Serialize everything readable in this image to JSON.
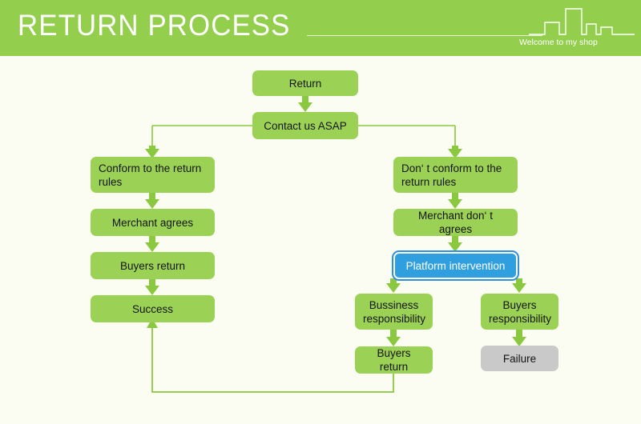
{
  "header": {
    "title": "RETURN PROCESS",
    "tagline": "Welcome to my shop",
    "bg_color": "#93cf4d",
    "title_color": "#ffffff",
    "skyline_icon": "city-skyline-outline"
  },
  "colors": {
    "page_background": "#fbfdf3",
    "node_green": "#9bd255",
    "node_gray": "#c9c9c9",
    "selected_blue": "#2f9fe0",
    "edge_green": "#8ac83f",
    "text_dark": "#141414"
  },
  "diagram": {
    "type": "flowchart",
    "title": "Return Process",
    "nodes": [
      {
        "id": "return",
        "label": "Return",
        "style": "green",
        "align": "center"
      },
      {
        "id": "contact",
        "label": "Contact us ASAP",
        "style": "green",
        "align": "center"
      },
      {
        "id": "conform",
        "label": "Conform to the return rules",
        "style": "green",
        "align": "left"
      },
      {
        "id": "not-conform",
        "label": "Don‘ t conform to the return rules",
        "style": "green",
        "align": "left"
      },
      {
        "id": "merchant-agrees",
        "label": "Merchant agrees",
        "style": "green",
        "align": "center"
      },
      {
        "id": "merchant-refuses",
        "label": "Merchant don‘ t agrees",
        "style": "green",
        "align": "center"
      },
      {
        "id": "buyers-return-1",
        "label": "Buyers return",
        "style": "green",
        "align": "center"
      },
      {
        "id": "platform",
        "label": "Platform intervention",
        "style": "selected",
        "align": "center"
      },
      {
        "id": "success",
        "label": "Success",
        "style": "green",
        "align": "center"
      },
      {
        "id": "business-resp",
        "label": "Bussiness responsibility",
        "style": "green",
        "align": "center"
      },
      {
        "id": "buyers-resp",
        "label": "Buyers responsibility",
        "style": "green",
        "align": "center"
      },
      {
        "id": "buyers-return-2",
        "label": "Buyers return",
        "style": "green",
        "align": "center"
      },
      {
        "id": "failure",
        "label": "Failure",
        "style": "gray",
        "align": "center"
      }
    ],
    "edges": [
      {
        "from": "return",
        "to": "contact"
      },
      {
        "from": "contact",
        "to": "conform"
      },
      {
        "from": "contact",
        "to": "not-conform"
      },
      {
        "from": "conform",
        "to": "merchant-agrees"
      },
      {
        "from": "merchant-agrees",
        "to": "buyers-return-1"
      },
      {
        "from": "buyers-return-1",
        "to": "success"
      },
      {
        "from": "not-conform",
        "to": "merchant-refuses"
      },
      {
        "from": "merchant-refuses",
        "to": "platform"
      },
      {
        "from": "platform",
        "to": "business-resp"
      },
      {
        "from": "platform",
        "to": "buyers-resp"
      },
      {
        "from": "business-resp",
        "to": "buyers-return-2"
      },
      {
        "from": "buyers-resp",
        "to": "failure"
      },
      {
        "from": "buyers-return-2",
        "to": "success"
      }
    ]
  }
}
